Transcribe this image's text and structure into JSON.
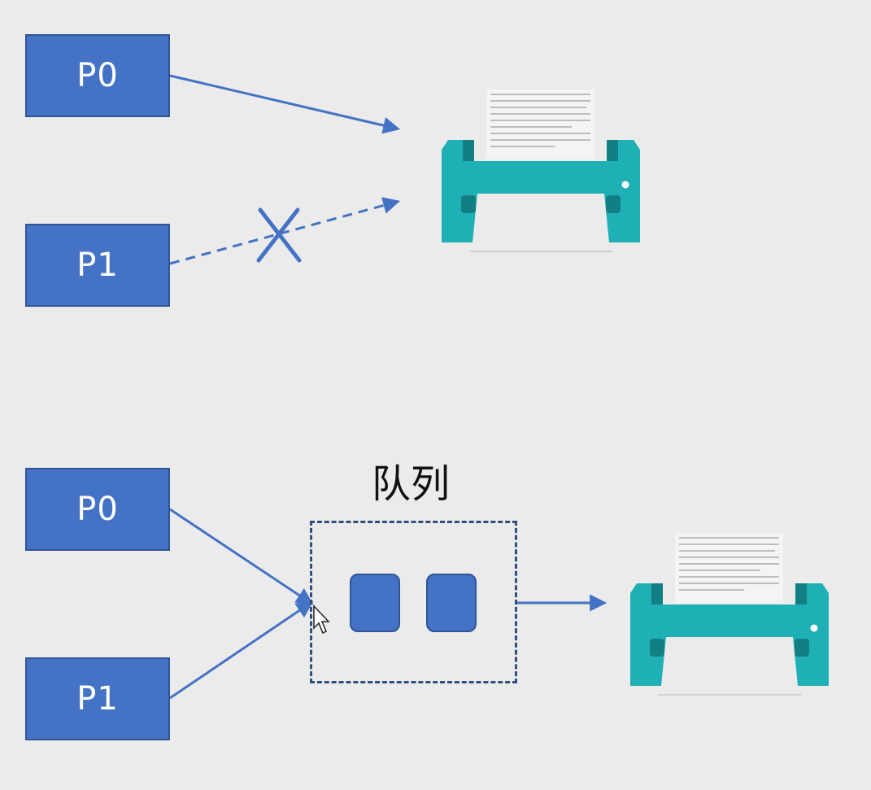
{
  "top_scenario": {
    "process_a": "P0",
    "process_b": "P1"
  },
  "bottom_scenario": {
    "process_a": "P0",
    "process_b": "P1",
    "queue_label": "队列",
    "queue_slot_count": 2
  },
  "colors": {
    "background": "#ebebeb",
    "process_fill": "#4472c4",
    "process_border": "#2f5597",
    "arrow": "#4472c4",
    "printer_teal": "#1fb0b5",
    "printer_dark": "#127f84"
  },
  "icons": [
    "printer-icon",
    "blocked-x-icon",
    "mouse-cursor-icon"
  ]
}
